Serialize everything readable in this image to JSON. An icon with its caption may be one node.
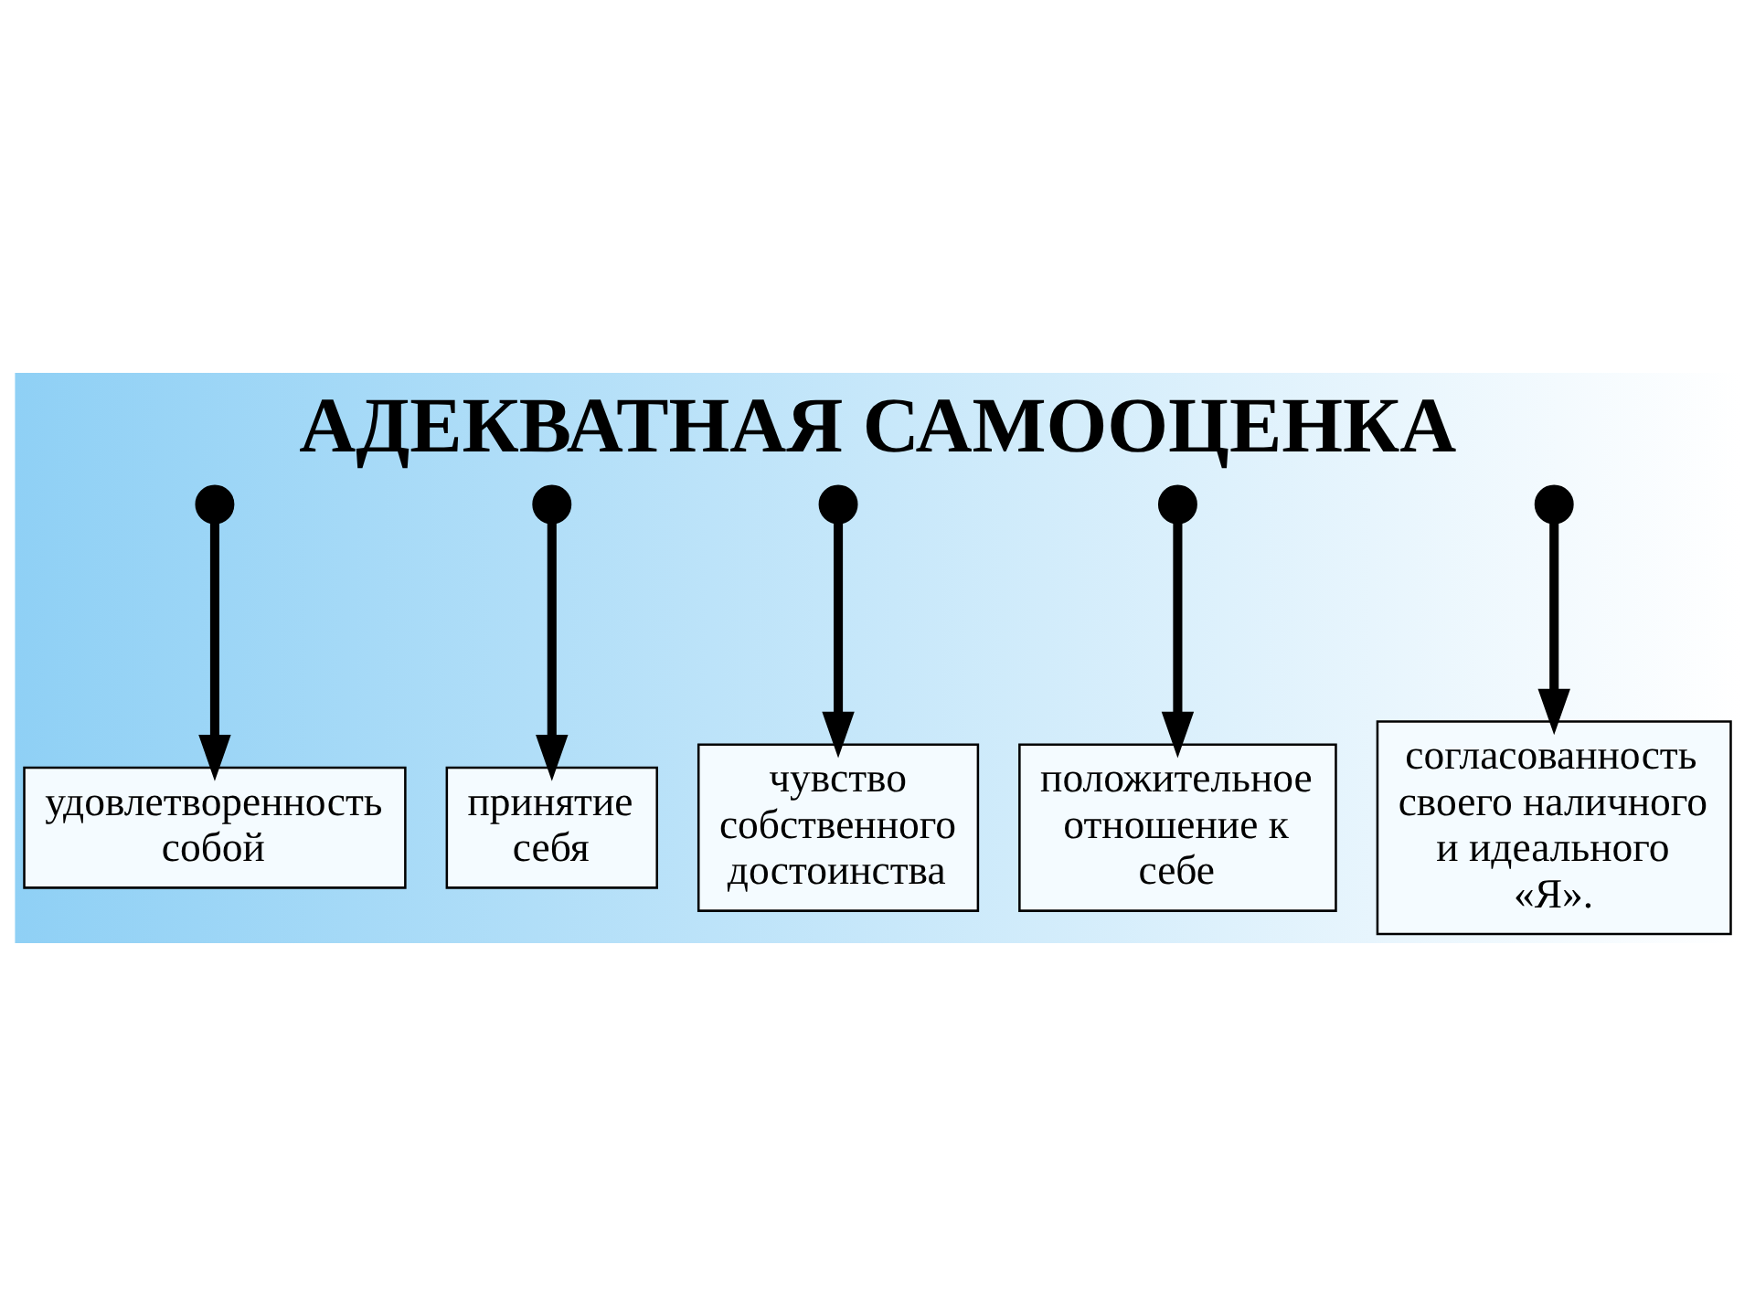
{
  "diagram": {
    "title": "АДЕКВАТНАЯ САМООЦЕНКА",
    "nodes": [
      {
        "text": [],
        "shape": "circle"
      },
      {
        "text": [],
        "shape": "circle"
      },
      {
        "text": [],
        "shape": "circle"
      },
      {
        "text": [],
        "shape": "circle"
      },
      {
        "text": [],
        "shape": "circle"
      },
      {
        "text": [
          "удовлетворенность собой"
        ]
      },
      {
        "text": [
          "согласованность своего наличного и идеального «Я»."
        ]
      },
      {
        "text": [
          "принятие себя"
        ]
      },
      {
        "text": [
          "положительное отношение к себе"
        ]
      },
      {
        "text": [
          "чувство собственного достоинства"
        ]
      }
    ],
    "edges": [
      {
        "from": 0,
        "to": 5,
        "arrow": "to"
      },
      {
        "from": 1,
        "to": 7,
        "arrow": "to"
      },
      {
        "from": 2,
        "to": 9,
        "arrow": "to"
      },
      {
        "from": 3,
        "to": 8,
        "arrow": "to"
      },
      {
        "from": 4,
        "to": 6,
        "arrow": "to"
      }
    ]
  }
}
